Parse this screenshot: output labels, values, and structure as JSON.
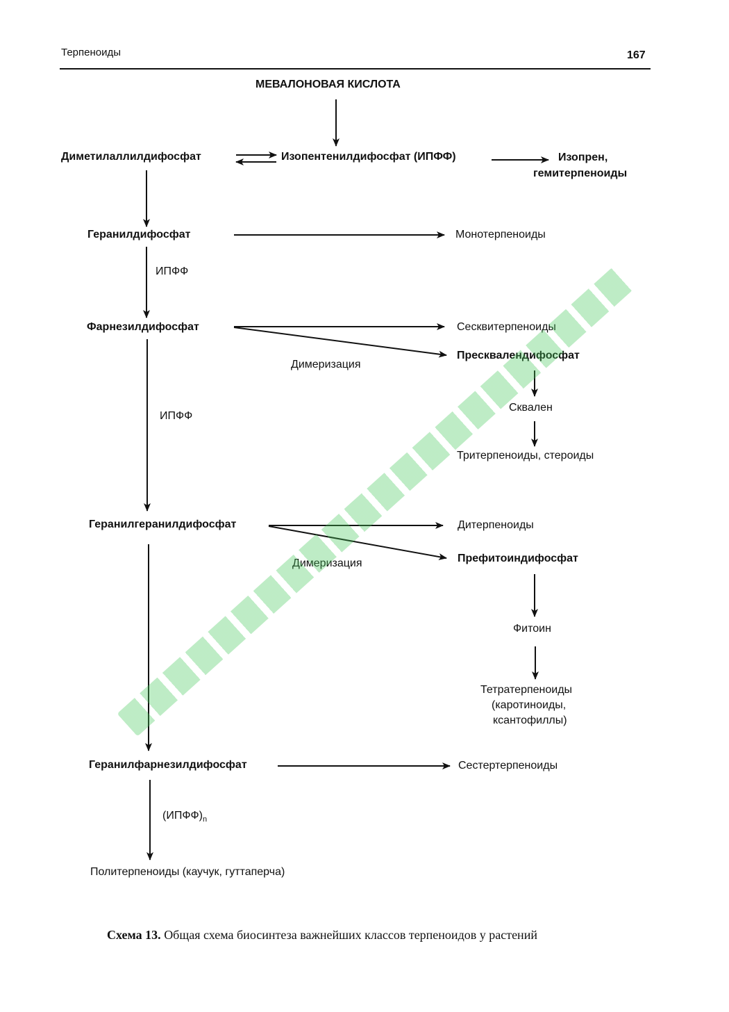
{
  "header": {
    "section": "Терпеноиды",
    "page": "167"
  },
  "nodes": {
    "mevalonic": "МЕВАЛОНОВАЯ КИСЛОТА",
    "dmapp": "Диметилаллилдифосфат",
    "ipp": "Изопентенилдифосфат (ИПФФ)",
    "isoprene_line1": "Изопрен,",
    "isoprene_line2": "гемитерпеноиды",
    "gpp": "Геранилдифосфат",
    "monoterpenoids": "Монотерпеноиды",
    "ipp_label1": "ИПФФ",
    "fpp": "Фарнезилдифосфат",
    "sesquiterpenoids": "Сесквитерпеноиды",
    "dimerization1": "Димеризация",
    "presqualene": "Пресквалендифосфат",
    "ipp_label2": "ИПФФ",
    "squalene": "Сквален",
    "triterpenoids": "Тритерпеноиды, стероиды",
    "ggpp": "Геранилгеранилдифосфат",
    "diterpenoids": "Дитерпеноиды",
    "dimerization2": "Димеризация",
    "prephytoene": "Префитоиндифосфат",
    "phytoene": "Фитоин",
    "tetra_line1": "Тетратерпеноиды",
    "tetra_line2": "(каротиноиды,",
    "tetra_line3": "ксантофиллы)",
    "gfpp": "Геранилфарнезилдифосфат",
    "sesterterpenoids": "Сестертерпеноиды",
    "ipp_n": "(ИПФФ)",
    "ipp_n_sub": "n",
    "polyterpenoids": "Политерпеноиды (каучук, гуттаперча)"
  },
  "caption": {
    "bold": "Схема 13.",
    "text": " Общая схема биосинтеза важнейших классов терпеноидов у растений"
  },
  "watermark_color": "#46c85a"
}
